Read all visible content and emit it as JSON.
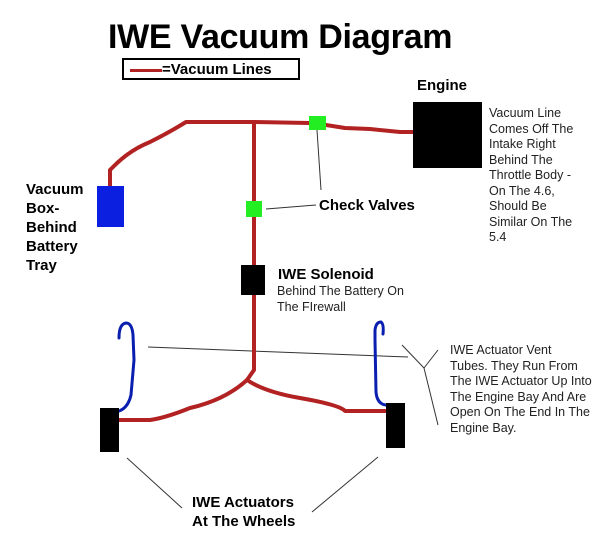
{
  "title": "IWE Vacuum Diagram",
  "legend": {
    "label": "=Vacuum Lines",
    "line_color": "#b22222"
  },
  "colors": {
    "vacuum_line": "#b22222",
    "vent_tube": "#0a1fb0",
    "vacuum_box": "#0b1fe0",
    "check_valve": "#22ee22",
    "component": "#000000",
    "leader_line": "#333333"
  },
  "labels": {
    "engine": "Engine",
    "engine_note": [
      "Vacuum Line",
      "Comes Off The",
      "Intake Right",
      "Behind The",
      "Throttle Body -",
      "On The 4.6,",
      "Should Be",
      "Similar On The",
      "5.4"
    ],
    "vacuum_box": [
      "Vacuum",
      "Box-",
      "Behind",
      "Battery",
      "Tray"
    ],
    "check_valves": "Check Valves",
    "solenoid": "IWE Solenoid",
    "solenoid_note": [
      "Behind The Battery On",
      "The FIrewall"
    ],
    "vent_tubes_note": [
      "IWE Actuator Vent",
      "Tubes. They Run From",
      "The IWE Actuator Up Into",
      "The Engine Bay And Are",
      "Open On The End In The",
      "Engine Bay."
    ],
    "actuators": [
      "IWE Actuators",
      "At The Wheels"
    ]
  }
}
